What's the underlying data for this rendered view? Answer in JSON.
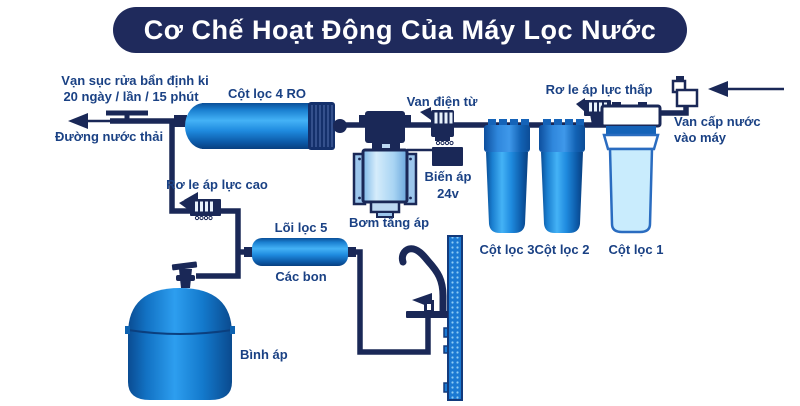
{
  "title": "Cơ Chế Hoạt Động Của Máy Lọc Nước",
  "labels": {
    "flush_valve_line1": "Vạn sục rửa bẩn định ki",
    "flush_valve_line2": "20 ngày / lần / 15 phút",
    "waste_line": "Đường nước thải",
    "ro_column": "Cột lọc 4 RO",
    "solenoid_valve": "Van điện từ",
    "low_pressure_relay": "Rơ le áp lực thấp",
    "inlet_valve_line1": "Van cấp nước",
    "inlet_valve_line2": "vào máy",
    "high_pressure_relay": "Rơ le áp lực cao",
    "transformer_line1": "Biến áp",
    "transformer_line2": "24v",
    "booster_pump": "Bơm tăng áp",
    "carbon_filter_line1": "Lõi lọc 5",
    "carbon_filter_line2": "Các bon",
    "pressure_tank": "Bình áp",
    "filter_column_3": "Cột lọc 3",
    "filter_column_2": "Cột lọc 2",
    "filter_column_1": "Cột lọc 1"
  },
  "colors": {
    "banner_bg": "#1f2a5c",
    "banner_text": "#ffffff",
    "label_text": "#1a4184",
    "pipe_navy": "#1a2857",
    "bright_blue": "#44b2f6",
    "mid_blue": "#1a7fd0",
    "dark_blue_edge": "#0a4f97",
    "pale_filter_body": "#c9ecfd",
    "pump_body_light": "#d5ecfb",
    "wall_strip_blue": "#1b79d2",
    "background": "#ffffff"
  }
}
